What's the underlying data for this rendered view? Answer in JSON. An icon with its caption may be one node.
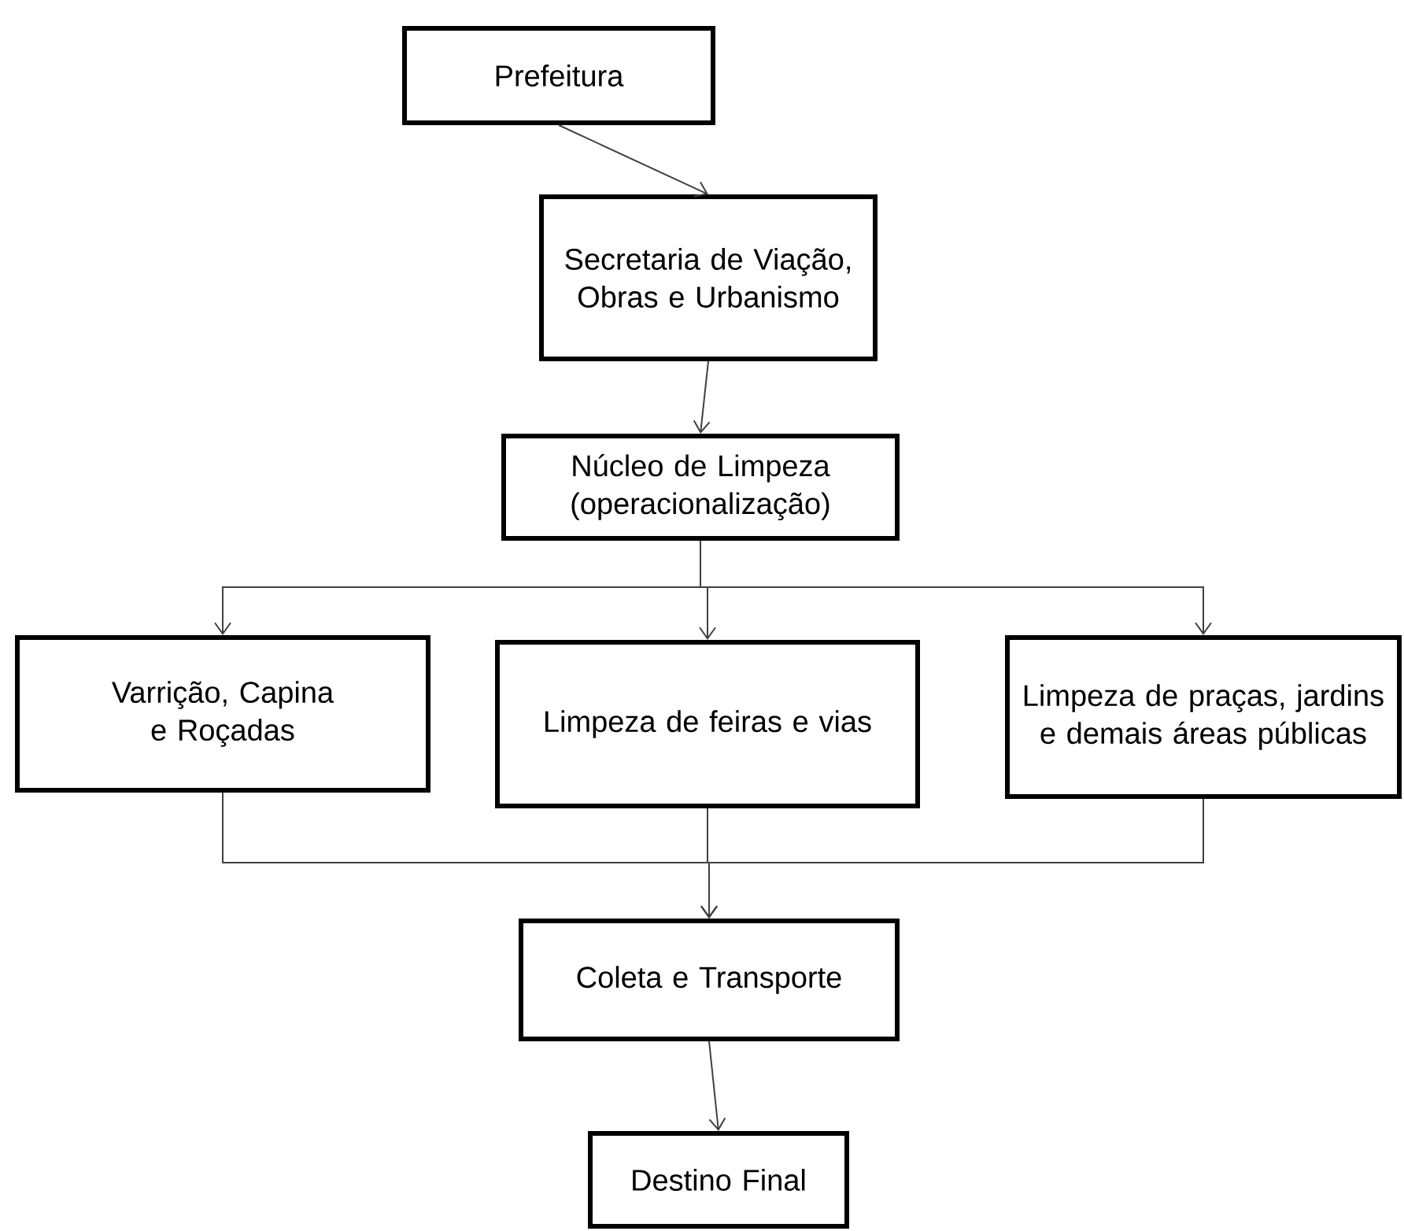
{
  "diagram": {
    "nodes": [
      {
        "text": [
          "Prefeitura"
        ]
      },
      {
        "text": [
          "Secretaria de Viação, Obras e Urbanismo"
        ]
      },
      {
        "text": [
          "Núcleo de Limpeza (operacionalização)"
        ]
      },
      {
        "text": [
          "Varrição, Capina e Roçadas"
        ]
      },
      {
        "text": [
          "Limpeza de feiras e vias"
        ]
      },
      {
        "text": [
          "Limpeza de praças, jardins e demais áreas públicas"
        ]
      },
      {
        "text": [
          "Coleta  e Transporte"
        ]
      },
      {
        "text": [
          "Destino Final"
        ]
      }
    ],
    "edges": [
      {
        "from": 0,
        "to": 1,
        "arrow": "to"
      },
      {
        "from": 1,
        "to": 2,
        "arrow": "to"
      },
      {
        "from": 2,
        "to": 3,
        "arrow": "to"
      },
      {
        "from": 2,
        "to": 4,
        "arrow": "to"
      },
      {
        "from": 2,
        "to": 5,
        "arrow": "to"
      },
      {
        "from": 3,
        "to": 6,
        "arrow": "to"
      },
      {
        "from": 4,
        "to": 6,
        "arrow": "to"
      },
      {
        "from": 5,
        "to": 6,
        "arrow": "to"
      },
      {
        "from": 6,
        "to": 7,
        "arrow": "to"
      }
    ]
  }
}
